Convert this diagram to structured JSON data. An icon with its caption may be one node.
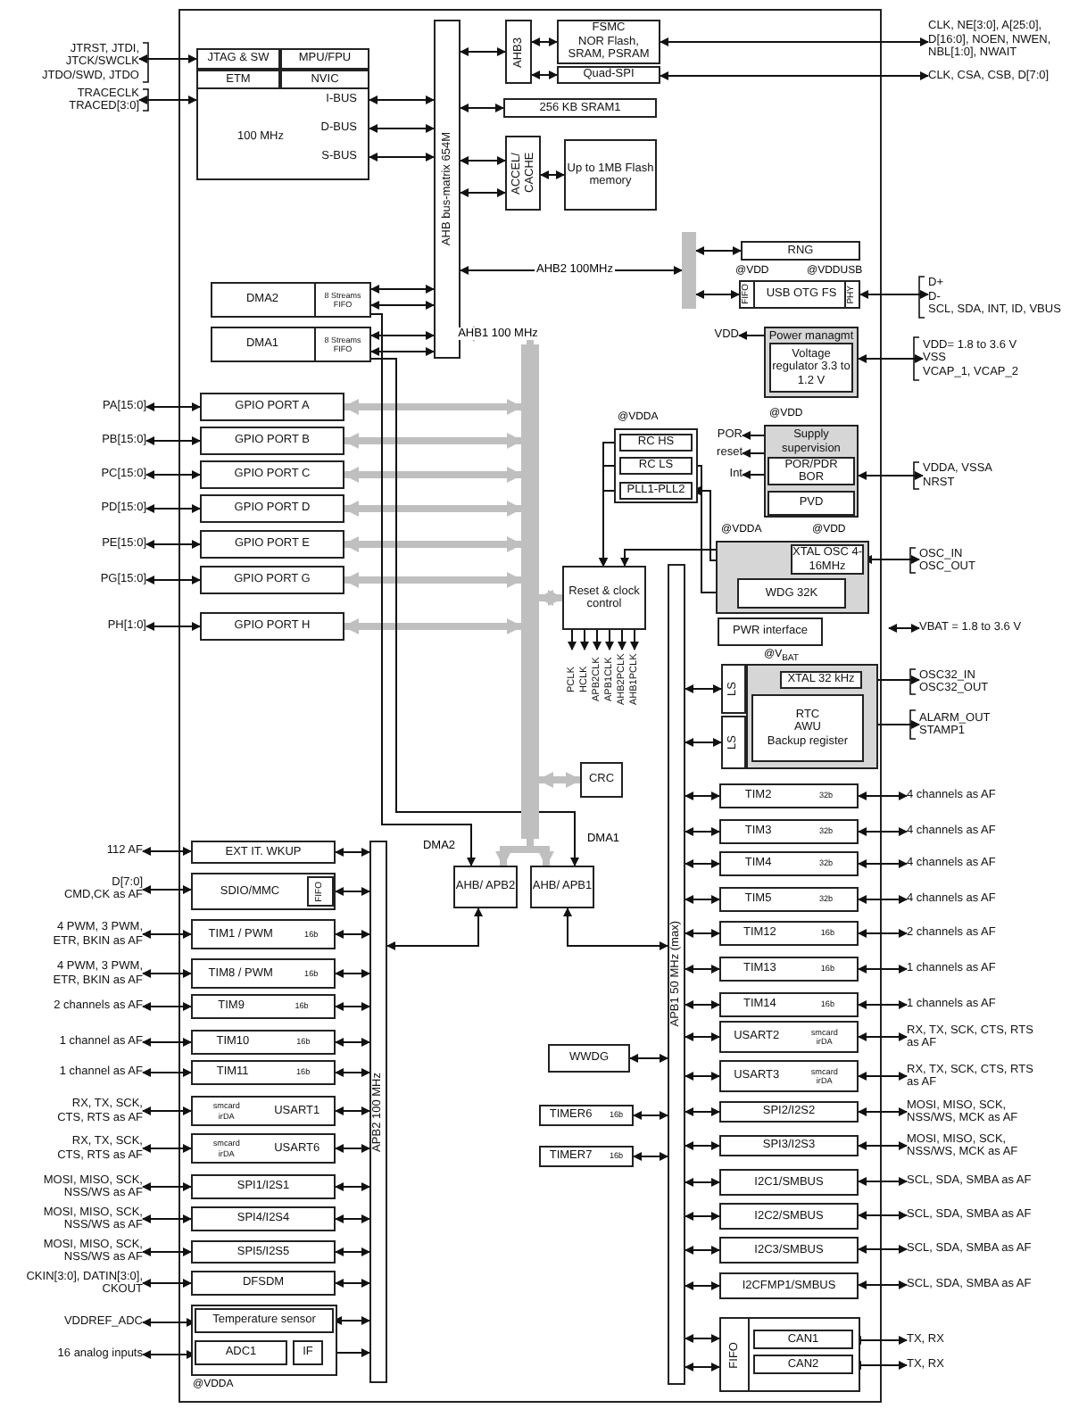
{
  "diagram": {
    "nodes": [
      {
        "text": [
          "JTRST, JTDI,",
          "JTCK/SWCLK",
          "JTDO/SWD, JTDO"
        ]
      },
      {
        "text": [
          "TRACECLK",
          "TRACED[3:0]"
        ]
      },
      {
        "text": [
          "100 MHz"
        ]
      },
      {
        "text": [
          "JTAG & SW"
        ],
        "in": 2
      },
      {
        "text": [
          "MPU/FPU"
        ],
        "in": 2
      },
      {
        "text": [
          "ETM"
        ],
        "in": 2
      },
      {
        "text": [
          "NVIC"
        ],
        "in": 2
      },
      {
        "text": [
          "I-BUS"
        ],
        "in": 2
      },
      {
        "text": [
          "D-BUS"
        ],
        "in": 2
      },
      {
        "text": [
          "S-BUS"
        ],
        "in": 2
      },
      {
        "text": [
          "AHB bus-matrix 654M"
        ]
      },
      {
        "text": [
          "AHB3"
        ]
      },
      {
        "text": [
          "FSMC",
          "NOR Flash, SRAM, PSRAM"
        ]
      },
      {
        "text": [
          "Quad-SPI"
        ]
      },
      {
        "text": [
          "256 KB SRAM1"
        ]
      },
      {
        "text": [
          "ACCEL/ CACHE"
        ]
      },
      {
        "text": [
          "Up to 1MB Flash memory"
        ]
      },
      {
        "text": [],
        "shape": "bar"
      },
      {
        "text": [
          "RNG"
        ]
      },
      {
        "text": [
          "USB OTG FS"
        ],
        "beside": [
          "@VDD",
          "@VDDUSB"
        ]
      },
      {
        "text": [
          "FIFO"
        ],
        "in": 19
      },
      {
        "text": [
          "PHY"
        ],
        "in": 19
      },
      {
        "text": [
          "D+",
          "D-",
          "SCL, SDA, INT, ID, VBUS"
        ]
      },
      {
        "text": [
          "CLK, NE[3:0], A[25:0], D[16:0], NOEN, NWEN, NBL[1:0], NWAIT"
        ]
      },
      {
        "text": [
          "CLK, CSA, CSB, D[7:0]"
        ]
      },
      {
        "text": [
          "DMA2"
        ]
      },
      {
        "text": [
          "8 Streams FIFO"
        ],
        "in": 25
      },
      {
        "text": [
          "DMA1"
        ]
      },
      {
        "text": [
          "8 Streams FIFO"
        ],
        "in": 27
      },
      {
        "text": [],
        "shape": "bar"
      },
      {
        "text": [
          "GPIO PORT A"
        ]
      },
      {
        "text": [
          "GPIO PORT B"
        ]
      },
      {
        "text": [
          "GPIO PORT C"
        ]
      },
      {
        "text": [
          "GPIO PORT D"
        ]
      },
      {
        "text": [
          "GPIO PORT E"
        ]
      },
      {
        "text": [
          "GPIO PORT G"
        ]
      },
      {
        "text": [
          "GPIO PORT H"
        ]
      },
      {
        "text": [
          "PA[15:0]"
        ]
      },
      {
        "text": [
          "PB[15:0]"
        ]
      },
      {
        "text": [
          "PC[15:0]"
        ]
      },
      {
        "text": [
          "PD[15:0]"
        ]
      },
      {
        "text": [
          "PE[15:0]"
        ]
      },
      {
        "text": [
          "PG[15:0]"
        ]
      },
      {
        "text": [
          "PH[1:0]"
        ]
      },
      {
        "text": [
          "@VDDA"
        ]
      },
      {
        "text": [
          "RC HS"
        ],
        "in": 44
      },
      {
        "text": [
          "RC LS"
        ],
        "in": 44
      },
      {
        "text": [
          "PLL1-PLL2"
        ],
        "in": 44
      },
      {
        "text": [
          "Reset & clock control"
        ]
      },
      {
        "text": [
          "PCLK"
        ]
      },
      {
        "text": [
          "HCLK"
        ]
      },
      {
        "text": [
          "APB2CLK"
        ]
      },
      {
        "text": [
          "APB1CLK"
        ]
      },
      {
        "text": [
          "AHB2PCLK"
        ]
      },
      {
        "text": [
          "AHB1PCLK"
        ]
      },
      {
        "text": [
          "@VDD",
          "Supply supervision"
        ]
      },
      {
        "text": [
          "POR/PDR",
          "BOR"
        ],
        "in": 55
      },
      {
        "text": [
          "PVD"
        ],
        "in": 55
      },
      {
        "text": [
          "POR"
        ]
      },
      {
        "text": [
          "reset"
        ]
      },
      {
        "text": [
          "Int"
        ]
      },
      {
        "text": [
          "VDDA, VSSA",
          "NRST"
        ]
      },
      {
        "text": [
          "Power managmt"
        ]
      },
      {
        "text": [
          "Voltage regulator 3.3 to 1.2 V"
        ],
        "in": 62
      },
      {
        "text": [
          "VDD"
        ]
      },
      {
        "text": [
          "VDD= 1.8 to 3.6 V",
          "VSS",
          "VCAP_1, VCAP_2"
        ]
      },
      {
        "text": [
          "@VDDA",
          "@VDD"
        ]
      },
      {
        "text": [
          "XTAL OSC 4- 16MHz"
        ],
        "in": 66
      },
      {
        "text": [
          "WDG 32K"
        ],
        "in": 66
      },
      {
        "text": [
          "OSC_IN",
          "OSC_OUT"
        ]
      },
      {
        "text": [
          "PWR interface"
        ]
      },
      {
        "text": [
          "VBAT = 1.8 to 3.6 V"
        ]
      },
      {
        "text": [],
        "shape": "box"
      },
      {
        "text": [
          "XTAL 32 kHz"
        ],
        "in": 72
      },
      {
        "text": [
          "RTC",
          "AWU",
          "Backup register"
        ],
        "in": 72
      },
      {
        "text": [
          "LS"
        ]
      },
      {
        "text": [
          "LS"
        ]
      },
      {
        "text": [
          "OSC32_IN",
          "OSC32_OUT"
        ]
      },
      {
        "text": [
          "ALARM_OUT",
          "STAMP1"
        ]
      },
      {
        "text": [
          "CRC"
        ]
      },
      {
        "text": [
          "APB1 50 MHz (max)"
        ]
      },
      {
        "text": [
          "TIM2",
          "32b"
        ]
      },
      {
        "text": [
          "TIM3",
          "32b"
        ]
      },
      {
        "text": [
          "TIM4",
          "32b"
        ]
      },
      {
        "text": [
          "TIM5",
          "32b"
        ]
      },
      {
        "text": [
          "TIM12",
          "16b"
        ]
      },
      {
        "text": [
          "TIM13",
          "16b"
        ]
      },
      {
        "text": [
          "TIM14",
          "16b"
        ]
      },
      {
        "text": [
          "USART2",
          "smcard irDA"
        ]
      },
      {
        "text": [
          "USART3",
          "smcard irDA"
        ]
      },
      {
        "text": [
          "SPI2/I2S2"
        ]
      },
      {
        "text": [
          "SPI3/I2S3"
        ]
      },
      {
        "text": [
          "I2C1/SMBUS"
        ]
      },
      {
        "text": [
          "I2C2/SMBUS"
        ]
      },
      {
        "text": [
          "I2C3/SMBUS"
        ]
      },
      {
        "text": [
          "I2CFMP1/SMBUS"
        ]
      },
      {
        "text": [],
        "shape": "box"
      },
      {
        "text": [
          "FIFO"
        ],
        "in": 96
      },
      {
        "text": [
          "CAN1"
        ],
        "in": 96
      },
      {
        "text": [
          "CAN2"
        ],
        "in": 96
      },
      {
        "text": [
          "4 channels as AF"
        ]
      },
      {
        "text": [
          "4 channels as AF"
        ]
      },
      {
        "text": [
          "4 channels as AF"
        ]
      },
      {
        "text": [
          "4 channels as AF"
        ]
      },
      {
        "text": [
          "2 channels as AF"
        ]
      },
      {
        "text": [
          "1 channels as AF"
        ]
      },
      {
        "text": [
          "1 channels as AF"
        ]
      },
      {
        "text": [
          "RX, TX, SCK, CTS, RTS as AF"
        ]
      },
      {
        "text": [
          "RX, TX, SCK, CTS, RTS as AF"
        ]
      },
      {
        "text": [
          "MOSI, MISO, SCK, NSS/WS, MCK as AF"
        ]
      },
      {
        "text": [
          "MOSI, MISO, SCK, NSS/WS, MCK as AF"
        ]
      },
      {
        "text": [
          "SCL, SDA, SMBA as AF"
        ]
      },
      {
        "text": [
          "SCL, SDA, SMBA as AF"
        ]
      },
      {
        "text": [
          "SCL, SDA, SMBA as AF"
        ]
      },
      {
        "text": [
          "SCL, SDA, SMBA as AF"
        ]
      },
      {
        "text": [
          "TX, RX"
        ]
      },
      {
        "text": [
          "TX, RX"
        ]
      },
      {
        "text": [
          "AHB/ APB2"
        ]
      },
      {
        "text": [
          "AHB/ APB1"
        ]
      },
      {
        "text": [
          "WWDG"
        ]
      },
      {
        "text": [
          "TIMER6",
          "16b"
        ]
      },
      {
        "text": [
          "TIMER7",
          "16b"
        ]
      },
      {
        "text": [
          "APB2 100 MHz"
        ]
      },
      {
        "text": [
          "EXT IT. WKUP"
        ]
      },
      {
        "text": [
          "SDIO/MMC"
        ]
      },
      {
        "text": [
          "FIFO"
        ],
        "in": 124
      },
      {
        "text": [
          "TIM1 / PWM",
          "16b"
        ]
      },
      {
        "text": [
          "TIM8 / PWM",
          "16b"
        ]
      },
      {
        "text": [
          "TIM9",
          "16b"
        ]
      },
      {
        "text": [
          "TIM10",
          "16b"
        ]
      },
      {
        "text": [
          "TIM11",
          "16b"
        ]
      },
      {
        "text": [
          "smcard irDA",
          "USART1"
        ]
      },
      {
        "text": [
          "smcard irDA",
          "USART6"
        ]
      },
      {
        "text": [
          "SPI1/I2S1"
        ]
      },
      {
        "text": [
          "SPI4/I2S4"
        ]
      },
      {
        "text": [
          "SPI5/I2S5"
        ]
      },
      {
        "text": [
          "DFSDM"
        ]
      },
      {
        "text": [
          "@VDDA"
        ]
      },
      {
        "text": [
          "Temperature sensor"
        ],
        "in": 137
      },
      {
        "text": [
          "ADC1"
        ],
        "in": 137
      },
      {
        "text": [
          "IF"
        ],
        "in": 137
      },
      {
        "text": [
          "112 AF"
        ]
      },
      {
        "text": [
          "D[7:0]",
          "CMD,CK as AF"
        ]
      },
      {
        "text": [
          "4 PWM, 3 PWM, ETR, BKIN as AF"
        ]
      },
      {
        "text": [
          "4 PWM, 3 PWM, ETR, BKIN as AF"
        ]
      },
      {
        "text": [
          "2 channels as AF"
        ]
      },
      {
        "text": [
          "1 channel as AF"
        ]
      },
      {
        "text": [
          "1 channel as AF"
        ]
      },
      {
        "text": [
          "RX, TX, SCK, CTS, RTS as AF"
        ]
      },
      {
        "text": [
          "RX, TX, SCK, CTS, RTS as AF"
        ]
      },
      {
        "text": [
          "MOSI, MISO, SCK, NSS/WS as AF"
        ]
      },
      {
        "text": [
          "MOSI, MISO, SCK, NSS/WS as AF"
        ]
      },
      {
        "text": [
          "MOSI, MISO, SCK, NSS/WS as AF"
        ]
      },
      {
        "text": [
          "CKIN[3:0], DATIN[3:0], CKOUT"
        ]
      },
      {
        "text": [
          "VDDREF_ADC"
        ]
      },
      {
        "text": [
          "16 analog inputs"
        ]
      }
    ],
    "edges": [
      {
        "from": 0,
        "to": 3,
        "arrow": "both"
      },
      {
        "from": 1,
        "to": 2,
        "arrow": "both"
      },
      {
        "from": 7,
        "to": 10,
        "arrow": "both"
      },
      {
        "from": 8,
        "to": 10,
        "arrow": "both"
      },
      {
        "from": 9,
        "to": 10,
        "arrow": "both"
      },
      {
        "from": 25,
        "to": 10,
        "arrow": "both"
      },
      {
        "from": 25,
        "to": 10,
        "arrow": "both"
      },
      {
        "from": 27,
        "to": 10,
        "arrow": "both"
      },
      {
        "from": 27,
        "to": 10,
        "arrow": "both"
      },
      {
        "from": 10,
        "to": 11,
        "arrow": "both"
      },
      {
        "from": 11,
        "to": 12,
        "arrow": "both"
      },
      {
        "from": 11,
        "to": 13,
        "arrow": "both"
      },
      {
        "from": 12,
        "to": 23,
        "arrow": "both"
      },
      {
        "from": 13,
        "to": 24,
        "arrow": "both"
      },
      {
        "from": 10,
        "to": 14,
        "arrow": "both"
      },
      {
        "from": 10,
        "to": 15,
        "arrow": "both"
      },
      {
        "from": 10,
        "to": 15,
        "arrow": "both"
      },
      {
        "from": 15,
        "to": 16,
        "arrow": "both"
      },
      {
        "from": 10,
        "to": 17,
        "arrow": "both",
        "label": "AHB2 100MHz"
      },
      {
        "from": 17,
        "to": 18,
        "arrow": "both"
      },
      {
        "from": 17,
        "to": 19,
        "arrow": "both"
      },
      {
        "from": 21,
        "to": 22,
        "arrow": "both"
      },
      {
        "from": 29,
        "to": 10,
        "arrow": "to",
        "style": "thick",
        "color": "#bfbfbf",
        "label": "AHB1 100 MHz"
      },
      {
        "from": 37,
        "to": 30,
        "arrow": "both"
      },
      {
        "from": 38,
        "to": 31,
        "arrow": "both"
      },
      {
        "from": 39,
        "to": 32,
        "arrow": "both"
      },
      {
        "from": 40,
        "to": 33,
        "arrow": "both"
      },
      {
        "from": 41,
        "to": 34,
        "arrow": "both"
      },
      {
        "from": 42,
        "to": 35,
        "arrow": "both"
      },
      {
        "from": 43,
        "to": 36,
        "arrow": "both"
      },
      {
        "from": 30,
        "to": 29,
        "arrow": "both",
        "style": "thick",
        "color": "#bfbfbf"
      },
      {
        "from": 31,
        "to": 29,
        "arrow": "both",
        "style": "thick",
        "color": "#bfbfbf"
      },
      {
        "from": 32,
        "to": 29,
        "arrow": "both",
        "style": "thick",
        "color": "#bfbfbf"
      },
      {
        "from": 33,
        "to": 29,
        "arrow": "both",
        "style": "thick",
        "color": "#bfbfbf"
      },
      {
        "from": 34,
        "to": 29,
        "arrow": "both",
        "style": "thick",
        "color": "#bfbfbf"
      },
      {
        "from": 35,
        "to": 29,
        "arrow": "both",
        "style": "thick",
        "color": "#bfbfbf"
      },
      {
        "from": 36,
        "to": 29,
        "arrow": "both",
        "style": "thick",
        "color": "#bfbfbf"
      },
      {
        "from": 45,
        "to": 48,
        "arrow": "to"
      },
      {
        "from": 46,
        "to": 48,
        "arrow": "to"
      },
      {
        "from": 47,
        "to": 48,
        "arrow": "to"
      },
      {
        "from": 46,
        "to": 68,
        "arrow": "to"
      },
      {
        "from": 67,
        "to": 47,
        "arrow": "to"
      },
      {
        "from": 67,
        "to": 48,
        "arrow": "to"
      },
      {
        "from": 48,
        "to": 49,
        "arrow": "to"
      },
      {
        "from": 48,
        "to": 50,
        "arrow": "to"
      },
      {
        "from": 48,
        "to": 51,
        "arrow": "to"
      },
      {
        "from": 48,
        "to": 52,
        "arrow": "to"
      },
      {
        "from": 48,
        "to": 53,
        "arrow": "to"
      },
      {
        "from": 48,
        "to": 54,
        "arrow": "to"
      },
      {
        "from": 29,
        "to": 48,
        "arrow": "both",
        "style": "thick",
        "color": "#bfbfbf"
      },
      {
        "from": 55,
        "to": 58,
        "arrow": "to"
      },
      {
        "from": 55,
        "to": 59,
        "arrow": "to"
      },
      {
        "from": 55,
        "to": 60,
        "arrow": "to"
      },
      {
        "from": 55,
        "to": 61,
        "arrow": "both"
      },
      {
        "from": 62,
        "to": 64,
        "arrow": "to"
      },
      {
        "from": 62,
        "to": 65,
        "arrow": "both"
      },
      {
        "from": 67,
        "to": 69,
        "arrow": "both"
      },
      {
        "from": null,
        "to": 71,
        "arrow": "both"
      },
      {
        "from": 73,
        "to": 77,
        "arrow": "both"
      },
      {
        "from": 74,
        "to": 78,
        "arrow": "both"
      },
      {
        "from": 80,
        "to": 75,
        "arrow": "both"
      },
      {
        "from": 80,
        "to": 76,
        "arrow": "both"
      },
      {
        "from": 29,
        "to": 79,
        "arrow": "both",
        "style": "thick",
        "color": "#bfbfbf"
      },
      {
        "from": 80,
        "to": 81,
        "arrow": "both"
      },
      {
        "from": 80,
        "to": 82,
        "arrow": "both"
      },
      {
        "from": 80,
        "to": 83,
        "arrow": "both"
      },
      {
        "from": 80,
        "to": 84,
        "arrow": "both"
      },
      {
        "from": 80,
        "to": 85,
        "arrow": "both"
      },
      {
        "from": 80,
        "to": 86,
        "arrow": "both"
      },
      {
        "from": 80,
        "to": 87,
        "arrow": "both"
      },
      {
        "from": 80,
        "to": 88,
        "arrow": "both"
      },
      {
        "from": 80,
        "to": 89,
        "arrow": "both"
      },
      {
        "from": 80,
        "to": 90,
        "arrow": "both"
      },
      {
        "from": 80,
        "to": 91,
        "arrow": "both"
      },
      {
        "from": 80,
        "to": 92,
        "arrow": "both"
      },
      {
        "from": 80,
        "to": 93,
        "arrow": "both"
      },
      {
        "from": 80,
        "to": 94,
        "arrow": "both"
      },
      {
        "from": 80,
        "to": 95,
        "arrow": "both"
      },
      {
        "from": 80,
        "to": 96,
        "arrow": "both"
      },
      {
        "from": 80,
        "to": 96,
        "arrow": "both"
      },
      {
        "from": 81,
        "to": 100,
        "arrow": "both"
      },
      {
        "from": 82,
        "to": 101,
        "arrow": "both"
      },
      {
        "from": 83,
        "to": 102,
        "arrow": "both"
      },
      {
        "from": 84,
        "to": 103,
        "arrow": "both"
      },
      {
        "from": 85,
        "to": 104,
        "arrow": "both"
      },
      {
        "from": 86,
        "to": 105,
        "arrow": "both"
      },
      {
        "from": 87,
        "to": 106,
        "arrow": "both"
      },
      {
        "from": 88,
        "to": 107,
        "arrow": "both"
      },
      {
        "from": 89,
        "to": 108,
        "arrow": "both"
      },
      {
        "from": 90,
        "to": 109,
        "arrow": "both"
      },
      {
        "from": 91,
        "to": 110,
        "arrow": "both"
      },
      {
        "from": 92,
        "to": 111,
        "arrow": "both"
      },
      {
        "from": 93,
        "to": 112,
        "arrow": "both"
      },
      {
        "from": 94,
        "to": 113,
        "arrow": "both"
      },
      {
        "from": 95,
        "to": 114,
        "arrow": "both"
      },
      {
        "from": 98,
        "to": 115,
        "arrow": "both"
      },
      {
        "from": 99,
        "to": 116,
        "arrow": "both"
      },
      {
        "from": 25,
        "to": 117,
        "arrow": "to",
        "label": "DMA2"
      },
      {
        "from": 27,
        "to": 118,
        "arrow": "to",
        "label": "DMA1"
      },
      {
        "from": 29,
        "to": 117,
        "arrow": "to",
        "style": "thick",
        "color": "#bfbfbf"
      },
      {
        "from": 29,
        "to": 118,
        "arrow": "to",
        "style": "thick",
        "color": "#bfbfbf"
      },
      {
        "from": 117,
        "to": 122,
        "arrow": "both"
      },
      {
        "from": 118,
        "to": 80,
        "arrow": "both"
      },
      {
        "from": 119,
        "to": 80,
        "arrow": "both"
      },
      {
        "from": 120,
        "to": 80,
        "arrow": "both"
      },
      {
        "from": 121,
        "to": 80,
        "arrow": "both"
      },
      {
        "from": 123,
        "to": 122,
        "arrow": "both"
      },
      {
        "from": 124,
        "to": 122,
        "arrow": "both"
      },
      {
        "from": 126,
        "to": 122,
        "arrow": "both"
      },
      {
        "from": 127,
        "to": 122,
        "arrow": "both"
      },
      {
        "from": 128,
        "to": 122,
        "arrow": "both"
      },
      {
        "from": 129,
        "to": 122,
        "arrow": "both"
      },
      {
        "from": 130,
        "to": 122,
        "arrow": "both"
      },
      {
        "from": 131,
        "to": 122,
        "arrow": "both"
      },
      {
        "from": 132,
        "to": 122,
        "arrow": "both"
      },
      {
        "from": 133,
        "to": 122,
        "arrow": "both"
      },
      {
        "from": 134,
        "to": 122,
        "arrow": "both"
      },
      {
        "from": 135,
        "to": 122,
        "arrow": "both"
      },
      {
        "from": 136,
        "to": 122,
        "arrow": "both"
      },
      {
        "from": 138,
        "to": 122,
        "arrow": "both"
      },
      {
        "from": 140,
        "to": 122,
        "arrow": "both"
      },
      {
        "from": 141,
        "to": 123,
        "arrow": "both"
      },
      {
        "from": 142,
        "to": 124,
        "arrow": "both"
      },
      {
        "from": 143,
        "to": 126,
        "arrow": "both"
      },
      {
        "from": 144,
        "to": 127,
        "arrow": "both"
      },
      {
        "from": 145,
        "to": 128,
        "arrow": "both"
      },
      {
        "from": 146,
        "to": 129,
        "arrow": "both"
      },
      {
        "from": 147,
        "to": 130,
        "arrow": "both"
      },
      {
        "from": 148,
        "to": 131,
        "arrow": "both"
      },
      {
        "from": 149,
        "to": 132,
        "arrow": "both"
      },
      {
        "from": 150,
        "to": 133,
        "arrow": "both"
      },
      {
        "from": 151,
        "to": 134,
        "arrow": "both"
      },
      {
        "from": 152,
        "to": 135,
        "arrow": "both"
      },
      {
        "from": 153,
        "to": 136,
        "arrow": "both"
      },
      {
        "from": 154,
        "to": 138,
        "arrow": "both"
      },
      {
        "from": 155,
        "to": 139,
        "arrow": "both"
      }
    ],
    "labels": [
      "@V$_{BAT}$"
    ]
  }
}
